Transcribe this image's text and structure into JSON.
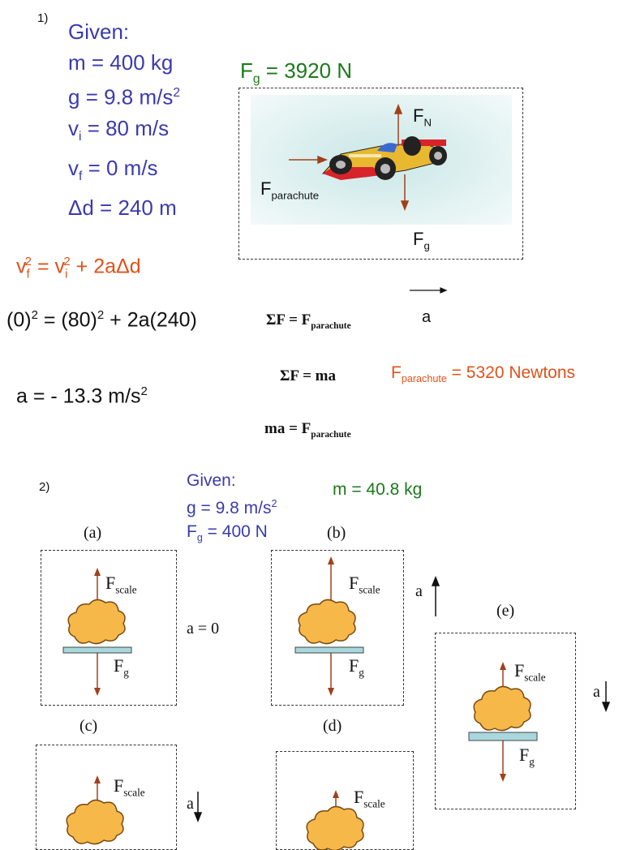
{
  "problem1": {
    "number": "1)",
    "given_title": "Given:",
    "m": {
      "sym": "m",
      "val": " = 400 kg"
    },
    "g": {
      "sym": "g",
      "val": " = 9.8 m/s",
      "exp": "2"
    },
    "vi": {
      "sym": "v",
      "sub": "i",
      "val": " = 80 m/s"
    },
    "vf": {
      "sym": "v",
      "sub": "f",
      "val": " = 0 m/s"
    },
    "dd": {
      "sym": "Δd",
      "val": " = 240 m"
    },
    "fg_label": {
      "sym": "F",
      "sub": "g",
      "val": " = 3920 N"
    },
    "diagram": {
      "fn": {
        "sym": "F",
        "sub": "N"
      },
      "fpara": {
        "sym": "F",
        "sub": "parachute"
      },
      "fg": {
        "sym": "F",
        "sub": "g"
      }
    },
    "equation": {
      "vf": "v",
      "vf_sub": "f",
      "vf_exp": "2",
      "eq": " = v",
      "vi_sub": "i",
      "vi_exp": "2",
      "rest": " + 2aΔd"
    },
    "subst": {
      "a": "(0)",
      "a_exp": "2",
      "b": " = (80)",
      "b_exp": "2",
      "c": " + 2a(240)"
    },
    "sumF1": {
      "lhs": "ΣF = F",
      "sub": "parachute"
    },
    "a_arrow_label": "a",
    "sumF2": "ΣF = ma",
    "fpara_result": {
      "sym": "F",
      "sub": "parachute",
      "val": " = 5320 Newtons"
    },
    "a_result": {
      "val": "a = - 13.3 m/s",
      "exp": "2"
    },
    "ma_eq": {
      "lhs": "ma = F",
      "sub": "parachute"
    }
  },
  "problem2": {
    "number": "2)",
    "given_title": "Given:",
    "g": {
      "val": "g = 9.8 m/s",
      "exp": "2"
    },
    "fg": {
      "sym": "F",
      "sub": "g",
      "val": " = 400 N"
    },
    "m_result": "m = 40.8 kg",
    "labels": {
      "a": "(a)",
      "b": "(b)",
      "c": "(c)",
      "d": "(d)",
      "e": "(e)"
    },
    "fscale": {
      "sym": "F",
      "sub": "scale"
    },
    "fg_sym": {
      "sym": "F",
      "sub": "g"
    },
    "accel_a": "a = 0",
    "accel_label": "a"
  },
  "colors": {
    "given": "#3a3ab0",
    "result": "#1a7a1a",
    "highlight": "#e0521a",
    "arrow": "#a0401a"
  }
}
